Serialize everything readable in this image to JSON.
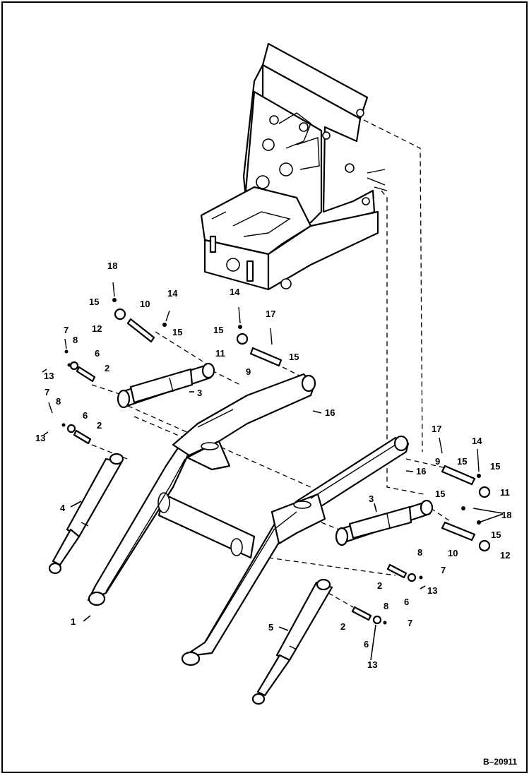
{
  "diagram": {
    "reference_code": "B–20911",
    "callouts": [
      {
        "id": "c1",
        "text": "1"
      },
      {
        "id": "c2a",
        "text": "2"
      },
      {
        "id": "c2b",
        "text": "2"
      },
      {
        "id": "c2c",
        "text": "2"
      },
      {
        "id": "c2d",
        "text": "2"
      },
      {
        "id": "c3a",
        "text": "3"
      },
      {
        "id": "c3b",
        "text": "3"
      },
      {
        "id": "c4",
        "text": "4"
      },
      {
        "id": "c5",
        "text": "5"
      },
      {
        "id": "c6a",
        "text": "6"
      },
      {
        "id": "c6b",
        "text": "6"
      },
      {
        "id": "c6c",
        "text": "6"
      },
      {
        "id": "c6d",
        "text": "6"
      },
      {
        "id": "c7a",
        "text": "7"
      },
      {
        "id": "c7b",
        "text": "7"
      },
      {
        "id": "c7c",
        "text": "7"
      },
      {
        "id": "c7d",
        "text": "7"
      },
      {
        "id": "c8a",
        "text": "8"
      },
      {
        "id": "c8b",
        "text": "8"
      },
      {
        "id": "c8c",
        "text": "8"
      },
      {
        "id": "c8d",
        "text": "8"
      },
      {
        "id": "c9a",
        "text": "9"
      },
      {
        "id": "c9b",
        "text": "9"
      },
      {
        "id": "c10a",
        "text": "10"
      },
      {
        "id": "c10b",
        "text": "10"
      },
      {
        "id": "c11a",
        "text": "11"
      },
      {
        "id": "c11b",
        "text": "11"
      },
      {
        "id": "c12a",
        "text": "12"
      },
      {
        "id": "c12b",
        "text": "12"
      },
      {
        "id": "c13a",
        "text": "13"
      },
      {
        "id": "c13b",
        "text": "13"
      },
      {
        "id": "c13c",
        "text": "13"
      },
      {
        "id": "c13d",
        "text": "13"
      },
      {
        "id": "c14a",
        "text": "14"
      },
      {
        "id": "c14b",
        "text": "14"
      },
      {
        "id": "c14c",
        "text": "14"
      },
      {
        "id": "c15a",
        "text": "15"
      },
      {
        "id": "c15b",
        "text": "15"
      },
      {
        "id": "c15c",
        "text": "15"
      },
      {
        "id": "c15d",
        "text": "15"
      },
      {
        "id": "c15e",
        "text": "15"
      },
      {
        "id": "c15f",
        "text": "15"
      },
      {
        "id": "c15g",
        "text": "15"
      },
      {
        "id": "c15h",
        "text": "15"
      },
      {
        "id": "c16a",
        "text": "16"
      },
      {
        "id": "c16b",
        "text": "16"
      },
      {
        "id": "c17a",
        "text": "17"
      },
      {
        "id": "c17b",
        "text": "17"
      },
      {
        "id": "c18a",
        "text": "18"
      },
      {
        "id": "c18b",
        "text": "18"
      }
    ]
  }
}
